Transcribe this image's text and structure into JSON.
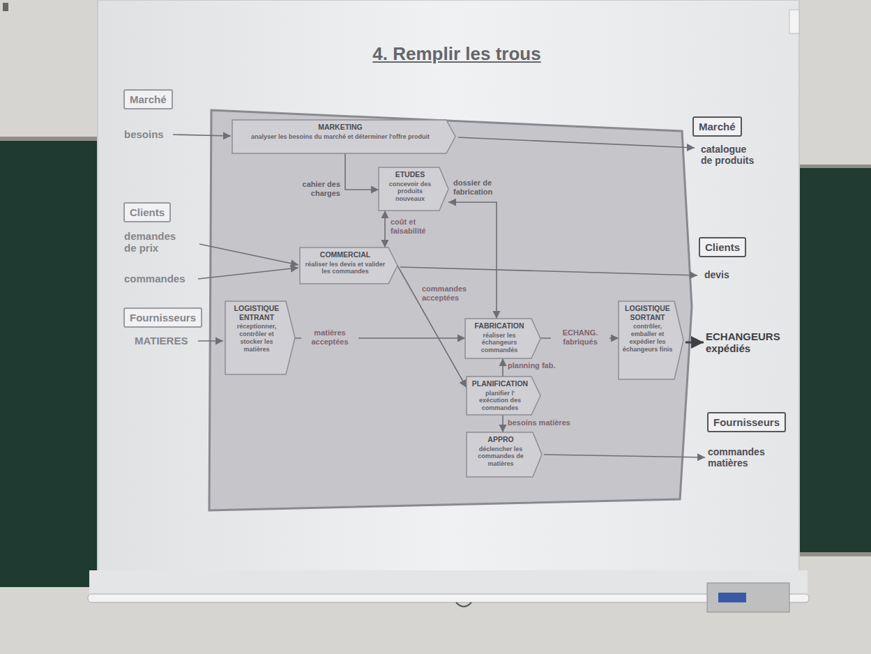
{
  "diagram": {
    "title": "4. Remplir les trous",
    "nodes": [
      {
        "text": [
          "Marché"
        ]
      },
      {
        "text": [
          "MARKETING",
          "analyser les besoins du marché et déterminer l'offre produit"
        ]
      },
      {
        "text": [
          "Marché"
        ]
      },
      {
        "text": [
          "ETUDES",
          "concevoir des produits nouveaux"
        ]
      },
      {
        "text": [
          "Clients"
        ]
      },
      {
        "text": [
          "Clients"
        ]
      },
      {
        "text": [
          "COMMERCIAL",
          "réaliser les devis et valider les commandes"
        ]
      },
      {
        "text": [
          "Fournisseurs"
        ]
      },
      {
        "text": [
          "LOGISTIQUE ENTRANT",
          "réceptionner, contrôler et stocker les matières"
        ]
      },
      {
        "text": [
          "FABRICATION",
          "réaliser les échangeurs commandés"
        ]
      },
      {
        "text": [
          "LOGISTIQUE SORTANT",
          "contrôler, emballer et expédier les échangeurs finis"
        ]
      },
      {
        "text": [
          "PLANIFICATION",
          "planifier l' exécution des commandes"
        ]
      },
      {
        "text": [
          "Fournisseurs"
        ]
      },
      {
        "text": [
          "APPRO",
          "déclencher les commandes de matières"
        ]
      }
    ],
    "edges": [
      {
        "from": 1,
        "to": 3,
        "label": "cahier des charges",
        "arrow": "to"
      },
      {
        "from": 3,
        "to": 6,
        "label": "coût et faisabilité",
        "arrow": "both"
      },
      {
        "from": 3,
        "to": 9,
        "label": "dossier de fabrication",
        "arrow": "both"
      },
      {
        "from": 6,
        "to": 11,
        "label": "commandes acceptées",
        "arrow": "to"
      },
      {
        "from": 8,
        "to": 9,
        "label": "matières acceptées",
        "arrow": "to"
      },
      {
        "from": 9,
        "to": 10,
        "label": "ECHANG. fabriqués",
        "arrow": "to"
      },
      {
        "from": 11,
        "to": 9,
        "label": "planning fab.",
        "arrow": "to"
      },
      {
        "from": 11,
        "to": 13,
        "label": "besoins matières",
        "arrow": "to"
      }
    ],
    "labels": [
      "besoins",
      "catalogue de produits",
      "demandes de prix",
      "commandes",
      "devis",
      "MATIERES",
      "ECHANGEURS expédiés",
      "commandes matières"
    ]
  }
}
